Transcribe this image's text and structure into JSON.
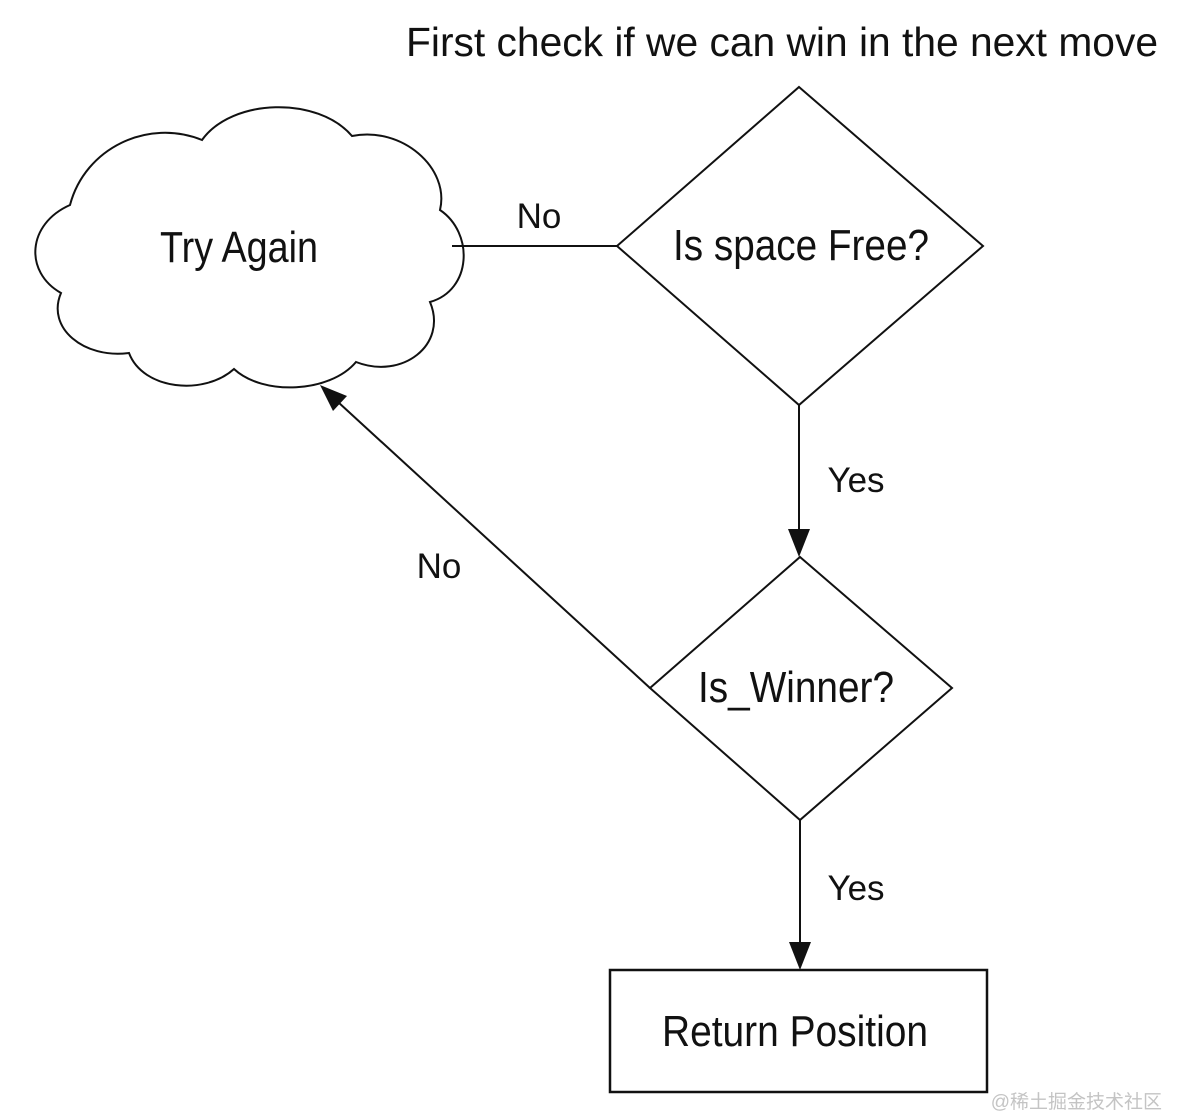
{
  "colors": {
    "stroke": "#111111",
    "text": "#111111",
    "background": "#ffffff",
    "watermark": "#c4c4c4"
  },
  "title": "First check if we can win in the next move",
  "flowchart": {
    "nodes": {
      "try_again": {
        "label": "Try Again",
        "shape": "cloud"
      },
      "is_space_free": {
        "label": "Is space Free?",
        "shape": "decision"
      },
      "is_winner": {
        "label": "Is_Winner?",
        "shape": "decision"
      },
      "return_position": {
        "label": "Return Position",
        "shape": "process"
      }
    },
    "edges": {
      "is_space_free_no": {
        "label": "No",
        "from": "is_space_free",
        "to": "try_again"
      },
      "is_space_free_yes": {
        "label": "Yes",
        "from": "is_space_free",
        "to": "is_winner"
      },
      "is_winner_no": {
        "label": "No",
        "from": "is_winner",
        "to": "try_again"
      },
      "is_winner_yes": {
        "label": "Yes",
        "from": "is_winner",
        "to": "return_position"
      }
    }
  },
  "watermark": "@稀土掘金技术社区"
}
